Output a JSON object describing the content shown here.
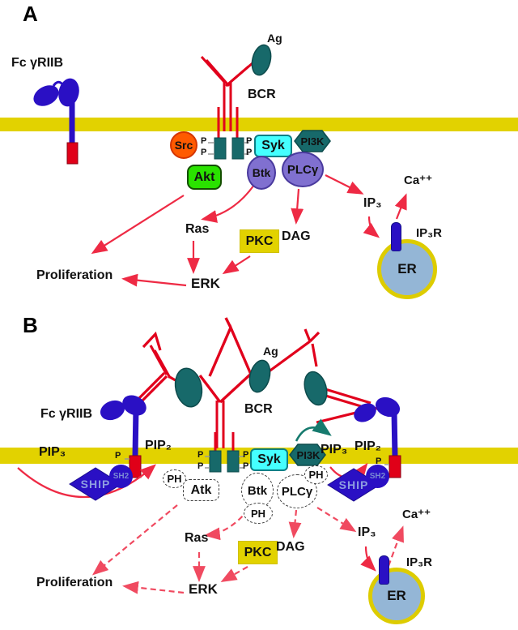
{
  "figure": {
    "description": "Two-panel signaling diagram of BCR activation (A) and FcgRIIB/SHIP-mediated inhibition (B)"
  },
  "colors": {
    "membrane_yellow": "#e2d200",
    "antibody_red": "#e1001c",
    "arrow_red": "#ee2a44",
    "dashed_arrow_red": "#f04a60",
    "receptor_blue": "#2a10c4",
    "antigen_teal": "#17696a",
    "syk_cyan": "#45ffff",
    "src_orange": "#ff5a00",
    "akt_green": "#2ae200",
    "kinase_purple": "#8070d0",
    "er_fill": "#94b6d6"
  },
  "panel_a": {
    "label": "A",
    "receptor_label": "Fc γRIIB",
    "antigen_label": "Ag",
    "bcr_label": "BCR",
    "phospho_label": "P",
    "nodes": {
      "src": "Src",
      "syk": "Syk",
      "pi3k": "PI3K",
      "akt": "Akt",
      "btk": "Btk",
      "plc_gamma": "PLCγ",
      "pkc": "PKC"
    },
    "signals": {
      "ras": "Ras",
      "dag": "DAG",
      "erk": "ERK",
      "proliferation": "Proliferation",
      "ip3": "IP₃",
      "calcium": "Ca⁺⁺",
      "ip3_receptor": "IP₃R",
      "er": "ER"
    }
  },
  "panel_b": {
    "label": "B",
    "receptor_label": "Fc γRIIB",
    "antigen_label": "Ag",
    "bcr_label": "BCR",
    "phospho_label": "P",
    "lipids": {
      "pip3_left": "PIP₃",
      "pip2_left": "PIP₂",
      "pip3_right": "PIP₃",
      "pip2_right": "PIP₂"
    },
    "nodes": {
      "ship_left": "SHIP",
      "sh2_left": "SH2",
      "ship_right": "SHIP",
      "sh2_right": "SH2",
      "syk": "Syk",
      "pi3k": "PI3K",
      "atk": "Atk",
      "btk": "Btk",
      "plc_gamma": "PLCγ",
      "pkc": "PKC",
      "ph_1": "PH",
      "ph_2": "PH",
      "ph_3": "PH"
    },
    "signals": {
      "ras": "Ras",
      "dag": "DAG",
      "erk": "ERK",
      "proliferation": "Proliferation",
      "ip3": "IP₃",
      "calcium": "Ca⁺⁺",
      "ip3_receptor": "IP₃R",
      "er": "ER"
    }
  }
}
